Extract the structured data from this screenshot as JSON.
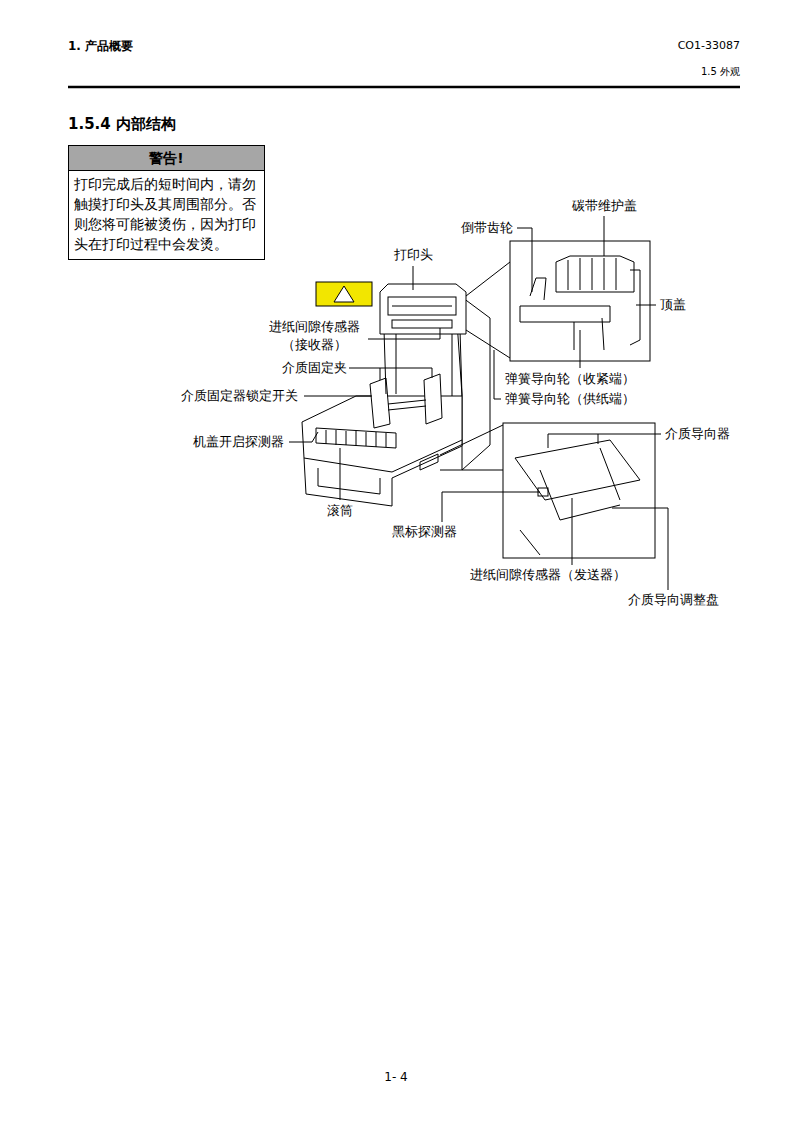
{
  "diagram": {
    "title": "1.5.4 内部结构",
    "nodes": [
      {
        "text": [
          "警告!",
          "打印完成后的短时间内，请勿触摸打印头及其周围部分。否则您将可能被烫伤，因为打印头在打印过程中会发烫。"
        ]
      }
    ],
    "edges": [],
    "labels": [
      "1. 产品概要",
      "CO1-33087",
      "1.5 外观",
      "碳带维护盖",
      "倒带齿轮",
      "打印头",
      "顶盖",
      "进纸间隙传感器 （接收器）",
      "介质固定夹",
      "弹簧导向轮（收紧端）",
      "介质固定器锁定开关",
      "弹簧导向轮（供纸端）",
      "机盖开启探测器",
      "介质导向器",
      "滚筒",
      "黑标探测器",
      "进纸间隙传感器（发送器）",
      "介质导向调整盘",
      "1- 4"
    ]
  }
}
